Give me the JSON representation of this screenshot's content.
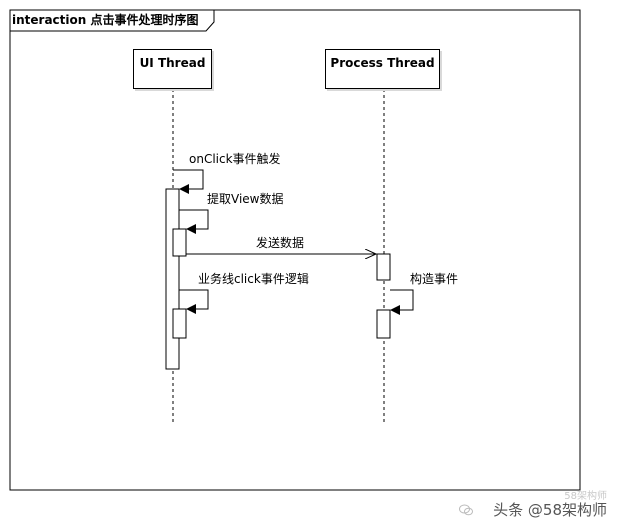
{
  "frame": {
    "title": "interaction 点击事件处理时序图"
  },
  "lifelines": [
    {
      "id": "ui",
      "label": "UI Thread"
    },
    {
      "id": "process",
      "label": "Process Thread"
    }
  ],
  "messages": [
    {
      "from": "ui",
      "to": "ui",
      "label": "onClick事件触发"
    },
    {
      "from": "ui",
      "to": "ui",
      "label": "提取View数据"
    },
    {
      "from": "ui",
      "to": "process",
      "label": "发送数据"
    },
    {
      "from": "ui",
      "to": "ui",
      "label": "业务线click事件逻辑"
    },
    {
      "from": "process",
      "to": "process",
      "label": "构造事件"
    }
  ],
  "watermark": {
    "text": "头条 @58架构师",
    "faint_text": "58架构师"
  },
  "colors": {
    "line": "#000000",
    "shadow": "#d9d9d9",
    "watermark": "#555555"
  }
}
